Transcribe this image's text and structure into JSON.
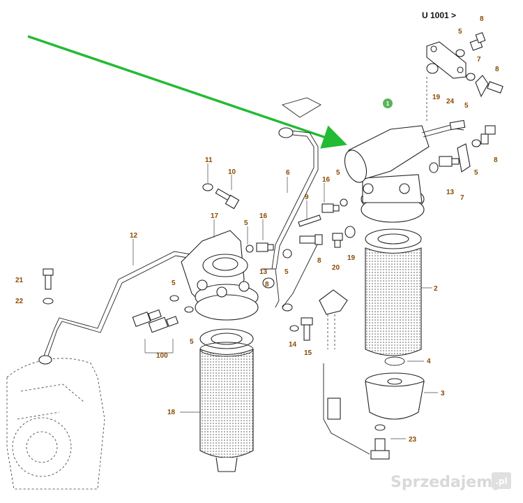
{
  "header": {
    "text": "U 1001 >"
  },
  "watermark": {
    "text": "Sprzedajemy",
    "suffix": ".pl"
  },
  "colors": {
    "label": "#8a4a00",
    "arrow": "#22bb33",
    "badge": "#5ab35a"
  },
  "badge": {
    "text": "1"
  },
  "labels": [
    "8",
    "5",
    "7",
    "8",
    "19",
    "24",
    "5",
    "8",
    "6",
    "11",
    "10",
    "16",
    "5",
    "13",
    "7",
    "5",
    "8",
    "9",
    "17",
    "5",
    "16",
    "20",
    "19",
    "12",
    "5",
    "13",
    "8",
    "21",
    "22",
    "2",
    "4",
    "5",
    "3",
    "5",
    "100",
    "14",
    "15",
    "18",
    "23"
  ]
}
